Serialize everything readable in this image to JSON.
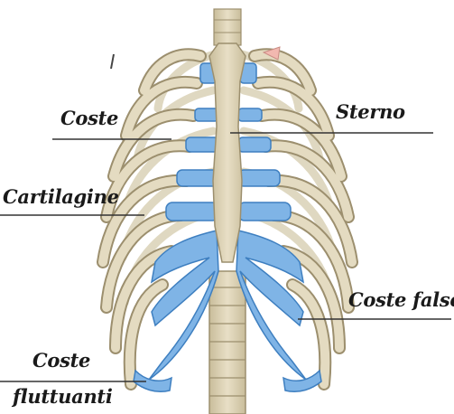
{
  "diagram": {
    "labels": {
      "coste": "Coste",
      "sterno": "Sterno",
      "cartilagine": "Cartilagine",
      "coste_false": "Coste false",
      "coste_fluttuanti_line1": "Coste",
      "coste_fluttuanti_line2": "fluttuanti"
    },
    "colors": {
      "bone": "#ddd3b6",
      "bone_outline": "#9c8f6e",
      "cartilage": "#7fb4e6",
      "cartilage_outline": "#3e7fc0",
      "leader_line": "#333333",
      "background": "#ffffff"
    }
  }
}
